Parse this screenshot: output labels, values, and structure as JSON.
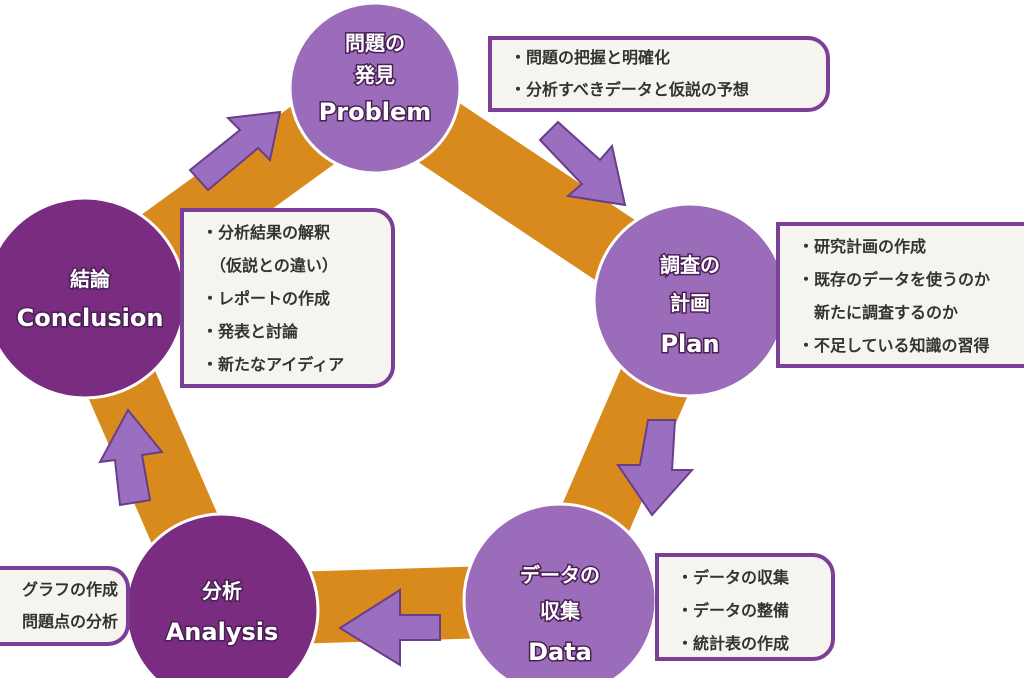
{
  "stages": [
    {
      "id": "problem",
      "title_lines": [
        "問題の",
        "発見",
        "Problem"
      ],
      "items": [
        "・問題の把握と明確化",
        "・分析すべきデータと仮説の予想"
      ]
    },
    {
      "id": "plan",
      "title_lines": [
        "調査の",
        "計画",
        "Plan"
      ],
      "items": [
        "・研究計画の作成",
        "・既存のデータを使うのか",
        "　新たに調査するのか",
        "・不足している知識の習得"
      ]
    },
    {
      "id": "data",
      "title_lines": [
        "データの",
        "収集",
        "Data"
      ],
      "items": [
        "・データの収集",
        "・データの整備",
        "・統計表の作成"
      ]
    },
    {
      "id": "analysis",
      "title_lines": [
        "分析",
        "Analysis"
      ],
      "items": [
        "グラフの作成",
        "問題点の分析"
      ]
    },
    {
      "id": "conclusion",
      "title_lines": [
        "結論",
        "Conclusion"
      ],
      "items": [
        "・分析結果の解釈",
        "　（仮説との違い）",
        "・レポートの作成",
        "・発表と討論",
        "・新たなアイディア"
      ]
    }
  ],
  "colors": {
    "band": "#d98a1c",
    "circle_light": "#9b6cb9",
    "circle_dark": "#7a2d80",
    "arrow": "#9a6fc0",
    "border": "#7b3f98"
  }
}
